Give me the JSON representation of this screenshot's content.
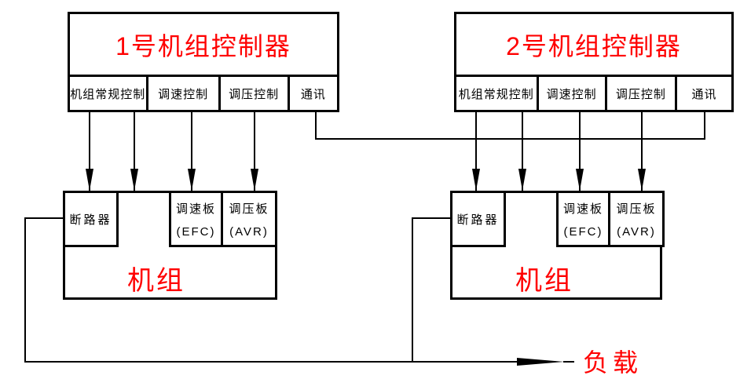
{
  "colors": {
    "accent_red": "#ff0000",
    "line_black": "#000000",
    "background": "#ffffff"
  },
  "controllers": [
    {
      "title": "1号机组控制器",
      "cells": [
        "机组常规控制",
        "调速控制",
        "调压控制",
        "通讯"
      ]
    },
    {
      "title": "2号机组控制器",
      "cells": [
        "机组常规控制",
        "调速控制",
        "调压控制",
        "通讯"
      ]
    }
  ],
  "units": [
    {
      "label": "机组",
      "breaker": "断路器",
      "governor_board_line1": "调速板",
      "governor_board_line2": "(EFC)",
      "regulator_board_line1": "调压板",
      "regulator_board_line2": "(AVR)"
    },
    {
      "label": "机组",
      "breaker": "断路器",
      "governor_board_line1": "调速板",
      "governor_board_line2": "(EFC)",
      "regulator_board_line1": "调压板",
      "regulator_board_line2": "(AVR)"
    }
  ],
  "load_label": "负载"
}
